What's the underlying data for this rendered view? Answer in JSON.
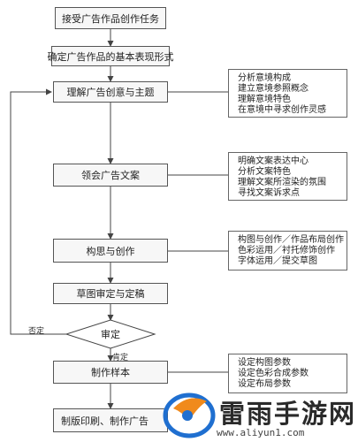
{
  "steps": {
    "s1": "接受广告作品创作任务",
    "s2": "确定广告作品的基本表现形式",
    "s3": "理解广告创意与主题",
    "s4": "领会广告文案",
    "s5": "构思与创作",
    "s6": "草图审定与定稿",
    "decision": "审定",
    "s7": "制作样本",
    "s8": "制版印刷、制作广告"
  },
  "notes": {
    "n1": [
      "分析意境构成",
      "建立意境参照概念",
      "理解意境特色",
      "在意境中寻求创作灵感"
    ],
    "n2": [
      "明确文案表达中心",
      "分析文案特色",
      "理解文案所渲染的氛围",
      "寻找文案诉求点"
    ],
    "n3": [
      "构图与创作／作品布局创作",
      "色彩运用／衬托修饰创作",
      "字体运用／提交草图"
    ],
    "n4": [
      "设定构图参数",
      "设定色彩合成参数",
      "设定布局参数"
    ]
  },
  "labels": {
    "reject": "否定",
    "approve": "肯定"
  },
  "watermark": {
    "title": "雷雨手游网",
    "url": "www.aliyun1.com"
  },
  "colors": {
    "box_border": "#555555",
    "line": "#444444",
    "logo_blue": "#1f6fd0",
    "logo_orange": "#f08a1c"
  }
}
